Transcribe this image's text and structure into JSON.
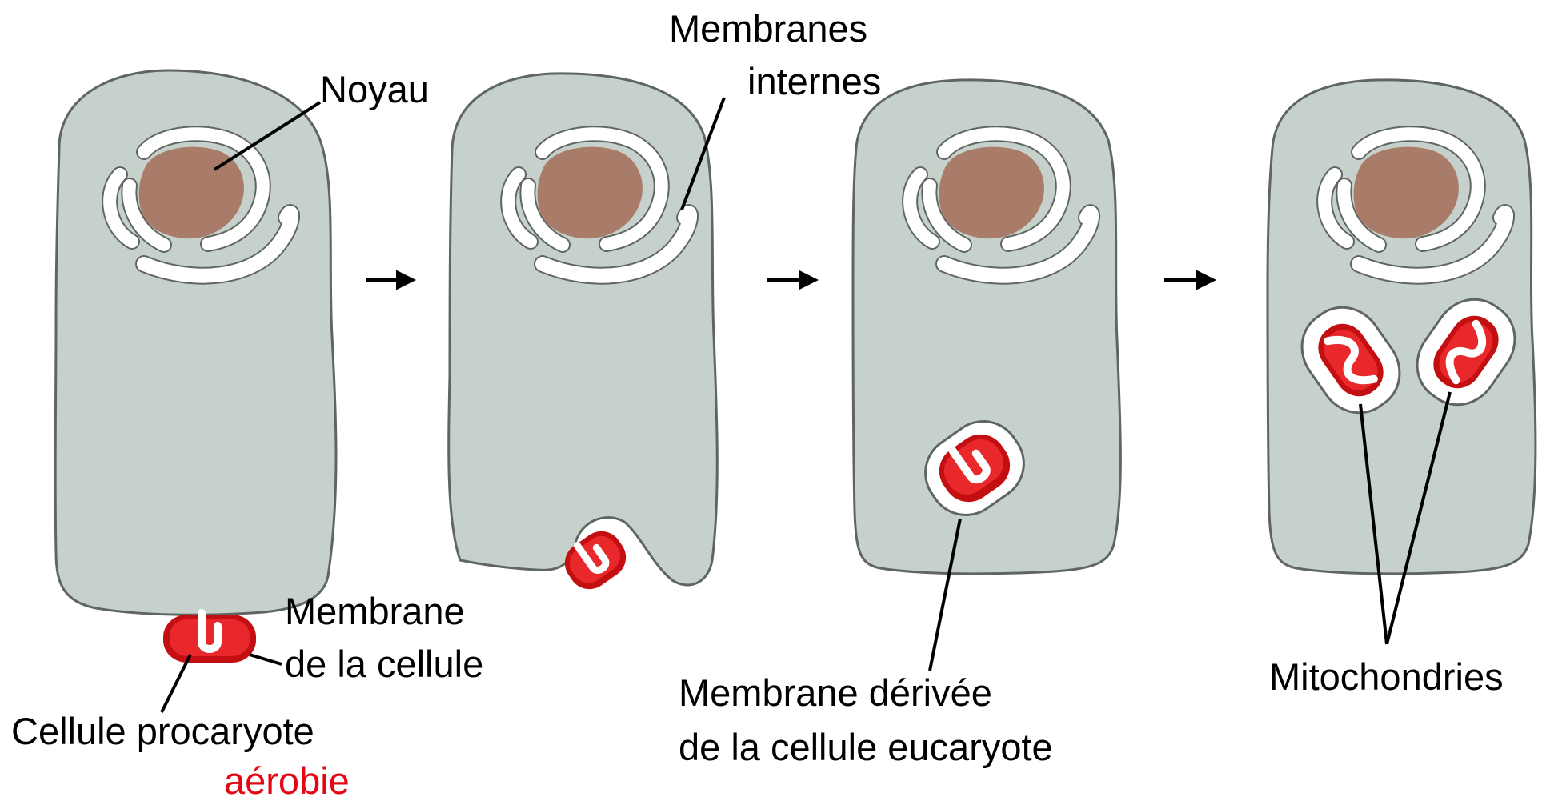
{
  "labels": {
    "noyau": "Noyau",
    "membranes_internes_1": "Membranes",
    "membranes_internes_2": "internes",
    "membrane_cellule_1": "Membrane",
    "membrane_cellule_2": "de la cellule",
    "cellule_procaryote": "Cellule procaryote",
    "aerobie": "aérobie",
    "membrane_derivee_1": "Membrane dérivée",
    "membrane_derivee_2": "de la cellule eucaryote",
    "mitochondries": "Mitochondries"
  },
  "colors": {
    "cytoplasm": "#c6d1cb",
    "cell_outline": "#5f6662",
    "nucleus": "#a97c6a",
    "membrane": "#ffffff",
    "mito_dark": "#c40f12",
    "mito_light": "#e8282a",
    "aerobie_text": "#e30613",
    "arrow": "#000000"
  },
  "icons": [
    "right-arrow-icon"
  ]
}
